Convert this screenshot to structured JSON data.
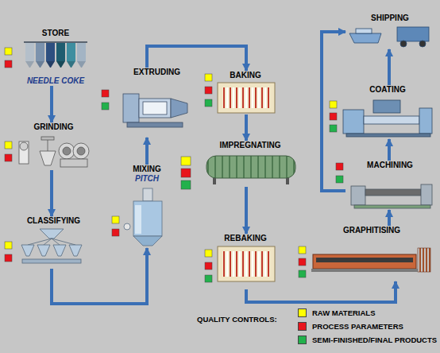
{
  "diagram": {
    "nodes": [
      {
        "text": [
          "STORE",
          "NEEDLE COKE"
        ]
      },
      {
        "text": [
          "GRINDING"
        ]
      },
      {
        "text": [
          "CLASSIFYING"
        ]
      },
      {
        "text": [
          "MIXING",
          "PITCH"
        ]
      },
      {
        "text": [
          "EXTRUDING"
        ]
      },
      {
        "text": [
          "BAKING"
        ]
      },
      {
        "text": [
          "IMPREGNATING"
        ]
      },
      {
        "text": [
          "REBAKING"
        ]
      },
      {
        "text": [
          "GRAPHITISING"
        ]
      },
      {
        "text": [
          "MACHINING"
        ]
      },
      {
        "text": [
          "COATING"
        ]
      },
      {
        "text": [
          "SHIPPING"
        ]
      }
    ],
    "edges": [
      {
        "from": 0,
        "to": 1,
        "arrow": "to"
      },
      {
        "from": 1,
        "to": 2,
        "arrow": "to"
      },
      {
        "from": 2,
        "to": 3,
        "arrow": "to"
      },
      {
        "from": 3,
        "to": 4,
        "arrow": "to"
      },
      {
        "from": 4,
        "to": 5,
        "arrow": "to"
      },
      {
        "from": 5,
        "to": 6,
        "arrow": "to"
      },
      {
        "from": 6,
        "to": 7,
        "arrow": "to"
      },
      {
        "from": 7,
        "to": 8,
        "arrow": "to"
      },
      {
        "from": 8,
        "to": 9,
        "arrow": "to"
      },
      {
        "from": 9,
        "to": 10,
        "arrow": "to"
      },
      {
        "from": 10,
        "to": 11,
        "arrow": "to"
      },
      {
        "from": 9,
        "to": 11,
        "arrow": "to"
      }
    ],
    "labels": [
      "QUALITY CONTROLS:"
    ],
    "legend": [
      {
        "text": "RAW MATERIALS",
        "color": "#ffff00"
      },
      {
        "text": "PROCESS PARAMETERS",
        "color": "#e8141c"
      },
      {
        "text": "SEMI-FINISHED/FINAL PRODUCTS",
        "color": "#22b14c"
      }
    ]
  }
}
